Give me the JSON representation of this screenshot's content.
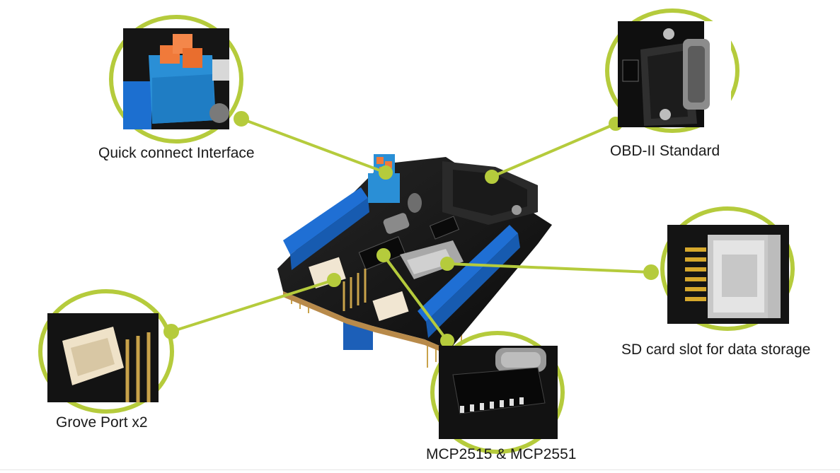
{
  "colors": {
    "accent": "#b5cb3c",
    "board": "#151515",
    "header_blue": "#1c6fd0",
    "terminal_blue": "#2a8fd6",
    "terminal_orange": "#f07a3a"
  },
  "callouts": [
    {
      "id": "quick-connect",
      "label": "Quick connect Interface"
    },
    {
      "id": "obd",
      "label": "OBD-II Standard"
    },
    {
      "id": "sd",
      "label": "SD card slot for data storage"
    },
    {
      "id": "grove",
      "label": "Grove Port x2"
    },
    {
      "id": "mcp",
      "label": "MCP2515 & MCP2551"
    }
  ]
}
